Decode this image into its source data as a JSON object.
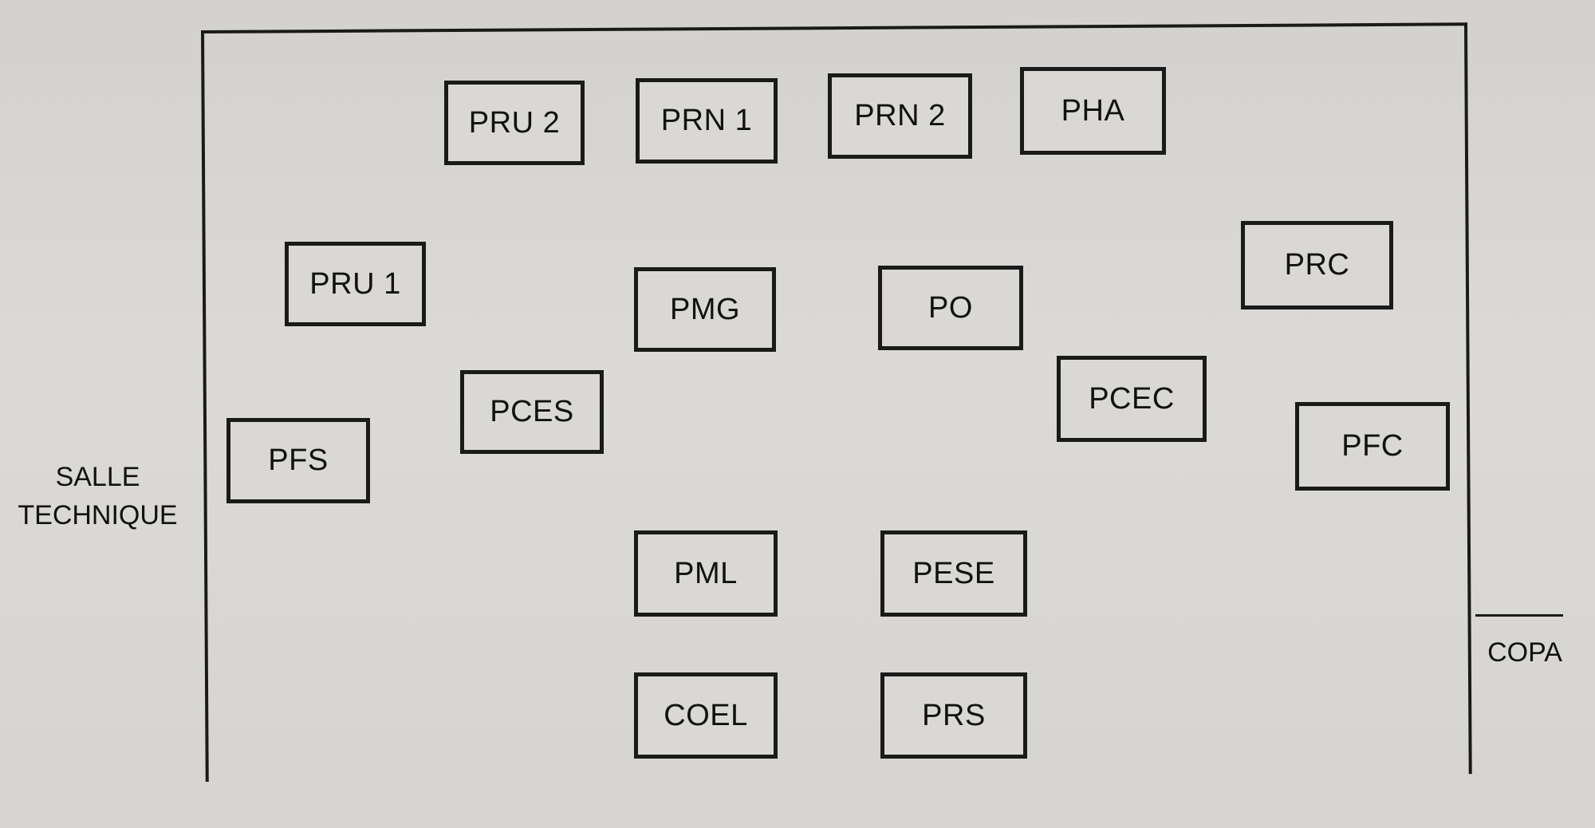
{
  "desks": [
    {
      "id": "pru2",
      "label": "PRU 2"
    },
    {
      "id": "prn1",
      "label": "PRN 1"
    },
    {
      "id": "prn2",
      "label": "PRN 2"
    },
    {
      "id": "pha",
      "label": "PHA"
    },
    {
      "id": "pru1",
      "label": "PRU 1"
    },
    {
      "id": "pmg",
      "label": "PMG"
    },
    {
      "id": "po",
      "label": "PO"
    },
    {
      "id": "prc",
      "label": "PRC"
    },
    {
      "id": "pces",
      "label": "PCES"
    },
    {
      "id": "pcec",
      "label": "PCEC"
    },
    {
      "id": "pfs",
      "label": "PFS"
    },
    {
      "id": "pfc",
      "label": "PFC"
    },
    {
      "id": "pml",
      "label": "PML"
    },
    {
      "id": "pese",
      "label": "PESE"
    },
    {
      "id": "coel",
      "label": "COEL"
    },
    {
      "id": "prs",
      "label": "PRS"
    }
  ],
  "labels": {
    "salle_technique_line1": "SALLE",
    "salle_technique_line2": "TECHNIQUE",
    "copa": "COPA"
  }
}
